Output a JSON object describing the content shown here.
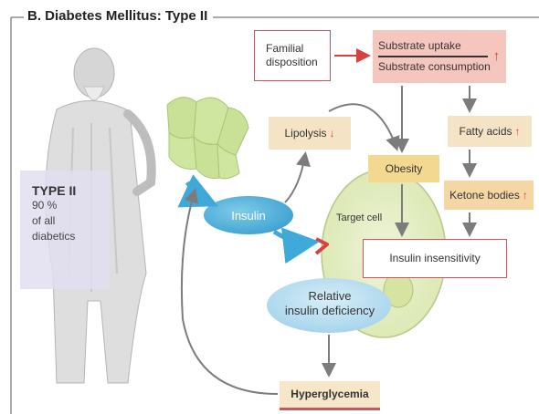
{
  "title": "B. Diabetes Mellitus: Type II",
  "type_box": {
    "heading": "TYPE II",
    "percent": "90 %",
    "line2": "of all",
    "line3": "diabetics"
  },
  "nodes": {
    "familial_line1": "Familial",
    "familial_line2": "disposition",
    "substrate_uptake": "Substrate uptake",
    "substrate_consumption": "Substrate consumption",
    "lipolysis": "Lipolysis",
    "fatty_acids": "Fatty acids",
    "obesity": "Obesity",
    "ketone_bodies": "Ketone bodies",
    "insulin": "Insulin",
    "target_cell": "Target cell",
    "insulin_insensitivity": "Insulin insensitivity",
    "relative_line1": "Relative",
    "relative_line2": "insulin deficiency",
    "hyperglycemia": "Hyperglycemia"
  },
  "indicators": {
    "up": "↑",
    "down": "↓"
  },
  "colors": {
    "red_accent": "#d9413f",
    "insulin_blue": "#3fa9d9",
    "cell_green": "#e4eec4",
    "islet_green": "#bfdc84",
    "arrow_gray": "#7c7c7c"
  }
}
